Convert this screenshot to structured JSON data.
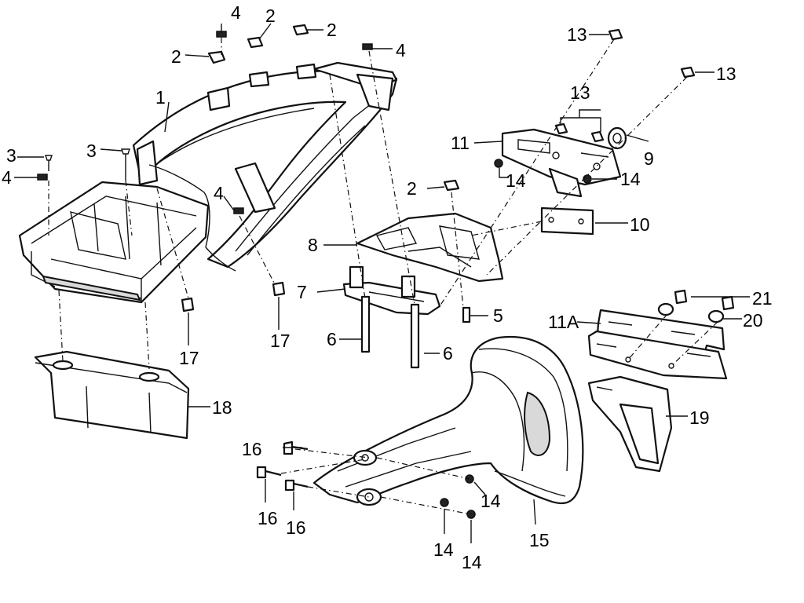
{
  "callouts": {
    "c1": "1",
    "c2a": "2",
    "c2b": "2",
    "c2c": "2",
    "c2d": "2",
    "c3a": "3",
    "c3b": "3",
    "c4a": "4",
    "c4b": "4",
    "c4c": "4",
    "c4d": "4",
    "c5": "5",
    "c6a": "6",
    "c6b": "6",
    "c7": "7",
    "c8": "8",
    "c9": "9",
    "c10": "10",
    "c11": "11",
    "c11a": "11A",
    "c13a": "13",
    "c13b": "13",
    "c13c": "13",
    "c14a": "14",
    "c14b": "14",
    "c14c": "14",
    "c14d": "14",
    "c14e": "14",
    "c15": "15",
    "c16a": "16",
    "c16b": "16",
    "c16c": "16",
    "c17a": "17",
    "c17b": "17",
    "c18": "18",
    "c19": "19",
    "c20": "20",
    "c21": "21"
  }
}
